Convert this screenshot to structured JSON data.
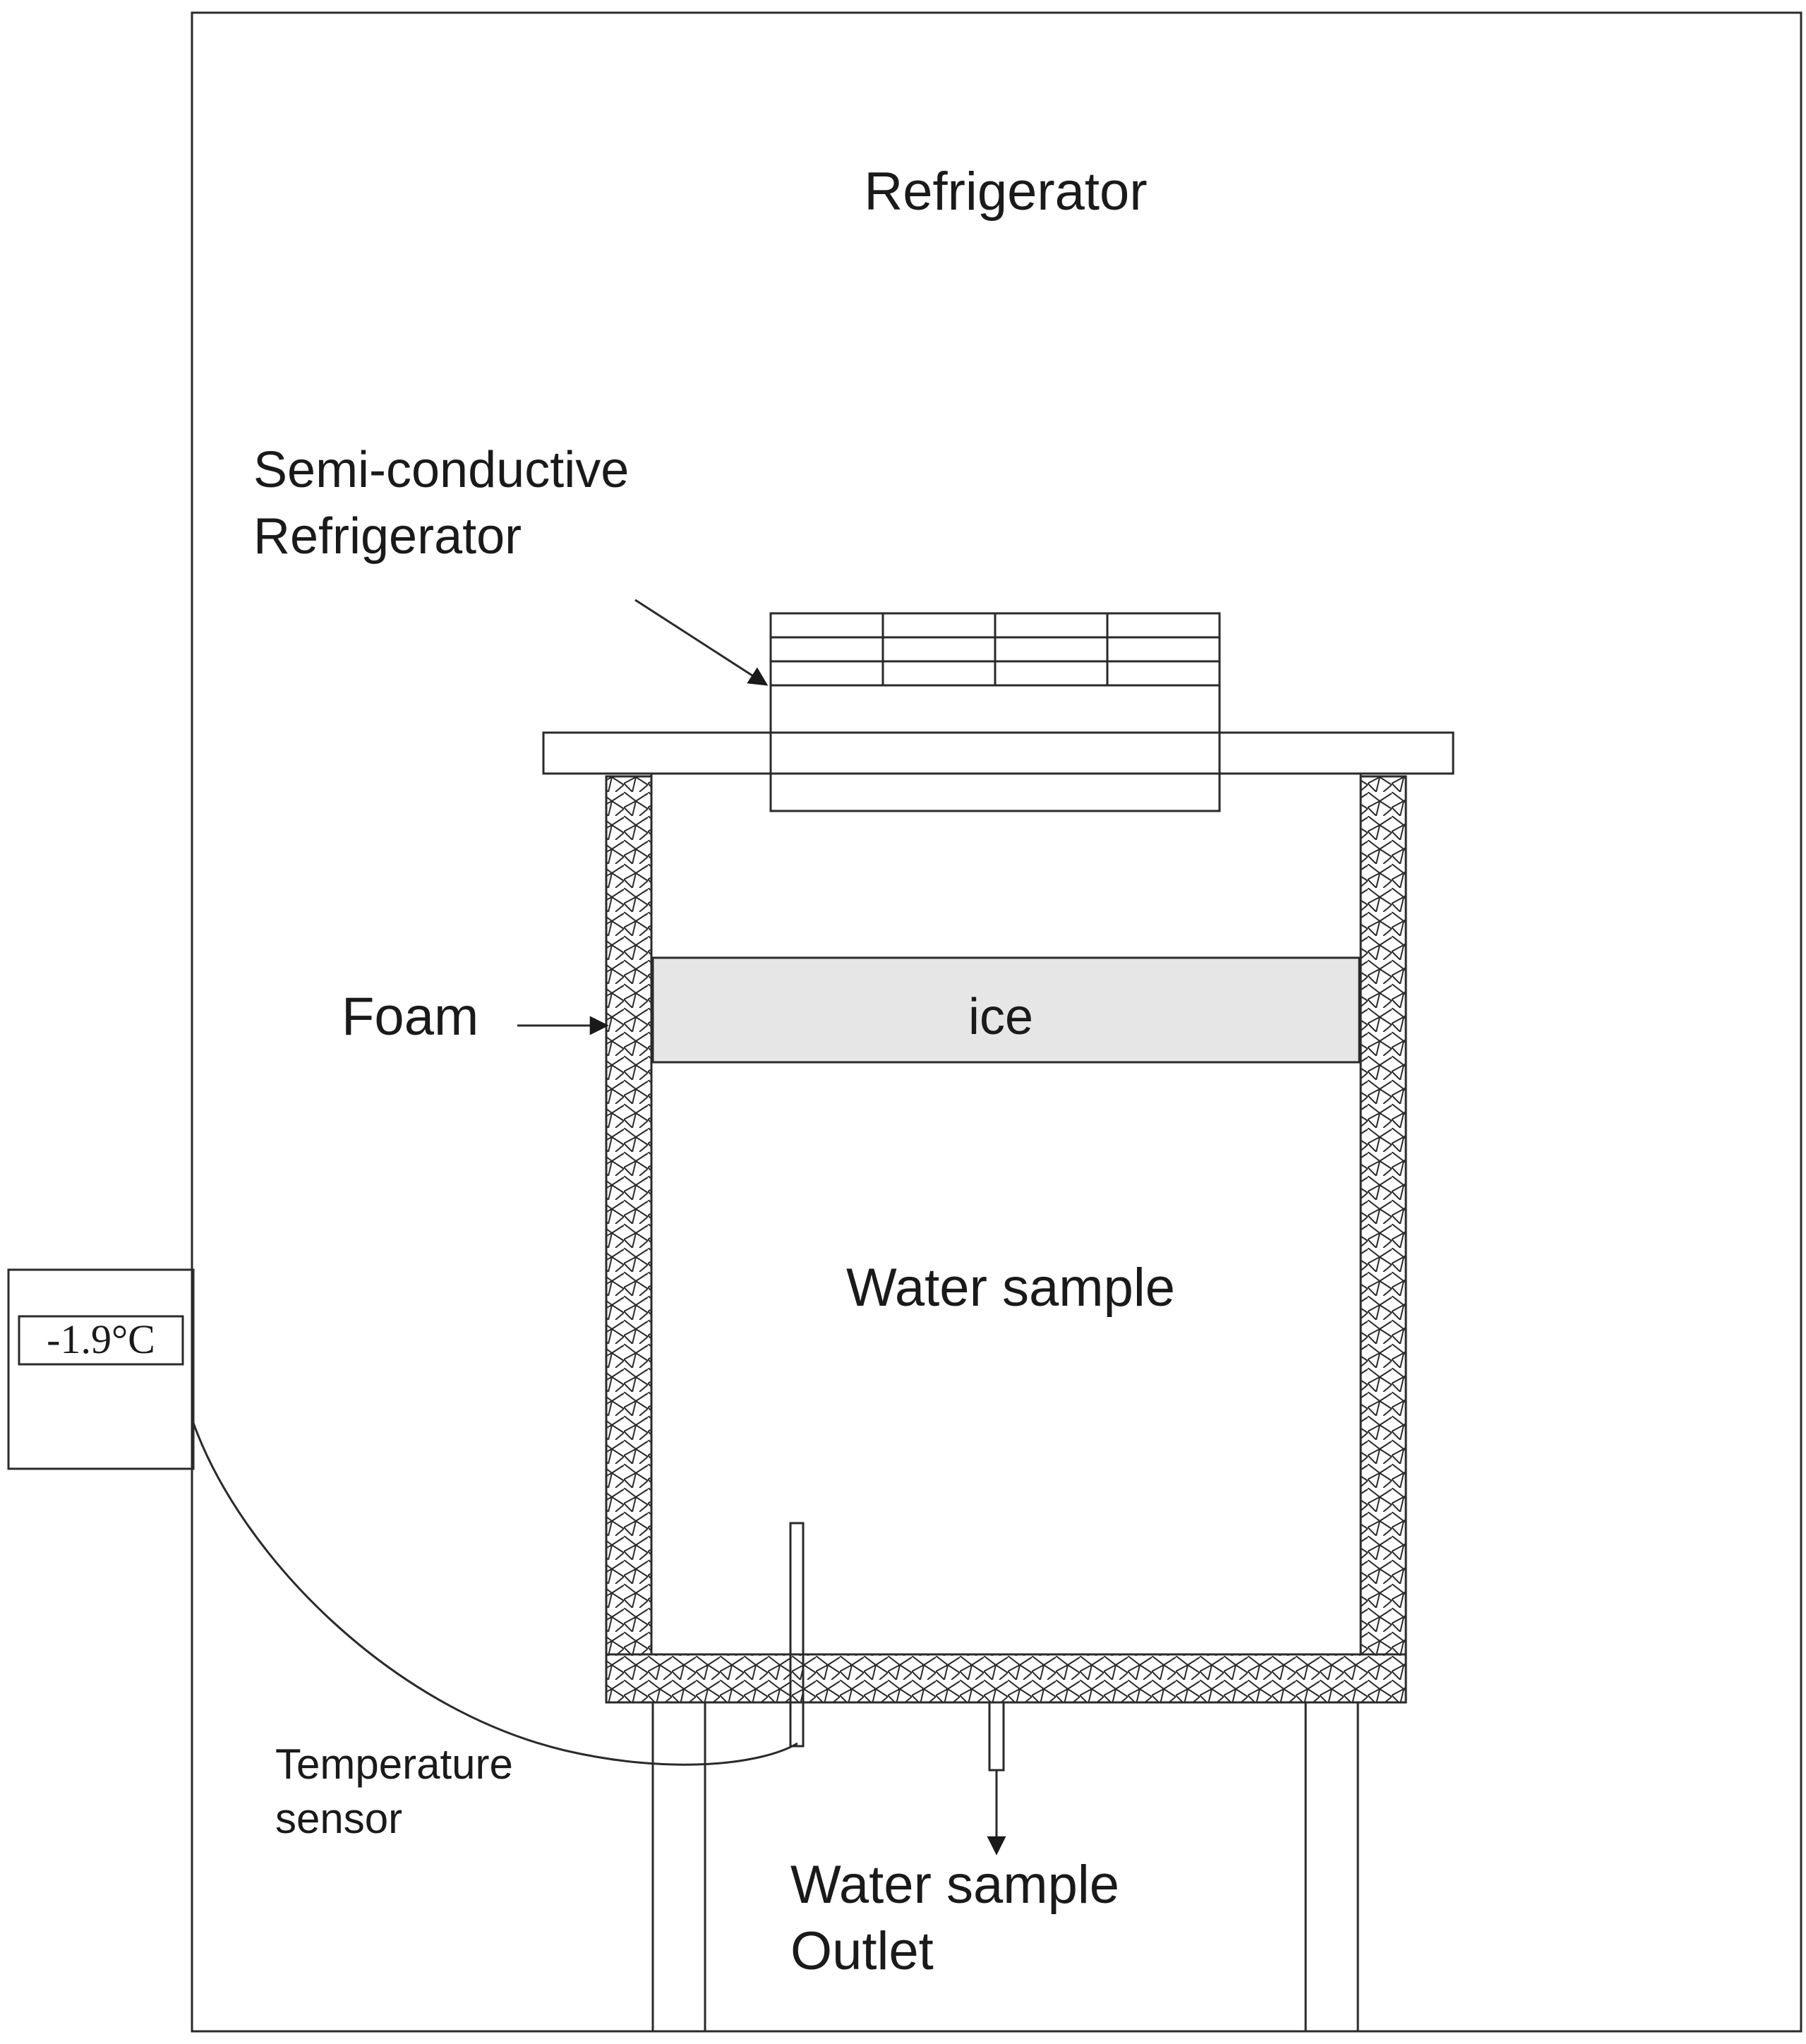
{
  "labels": {
    "refrigerator": "Refrigerator",
    "semi_conductive_line1": "Semi-conductive",
    "semi_conductive_line2": "Refrigerator",
    "foam": "Foam",
    "ice": "ice",
    "water_sample": "Water sample",
    "temperature_sensor_line1": "Temperature",
    "temperature_sensor_line2": "sensor",
    "outlet_line1": "Water sample",
    "outlet_line2": "Outlet"
  },
  "thermometer": {
    "reading": "-1.9°C"
  },
  "colors": {
    "line": "#2a2a2a",
    "ice_fill": "#e6e6e6",
    "background": "#ffffff"
  }
}
